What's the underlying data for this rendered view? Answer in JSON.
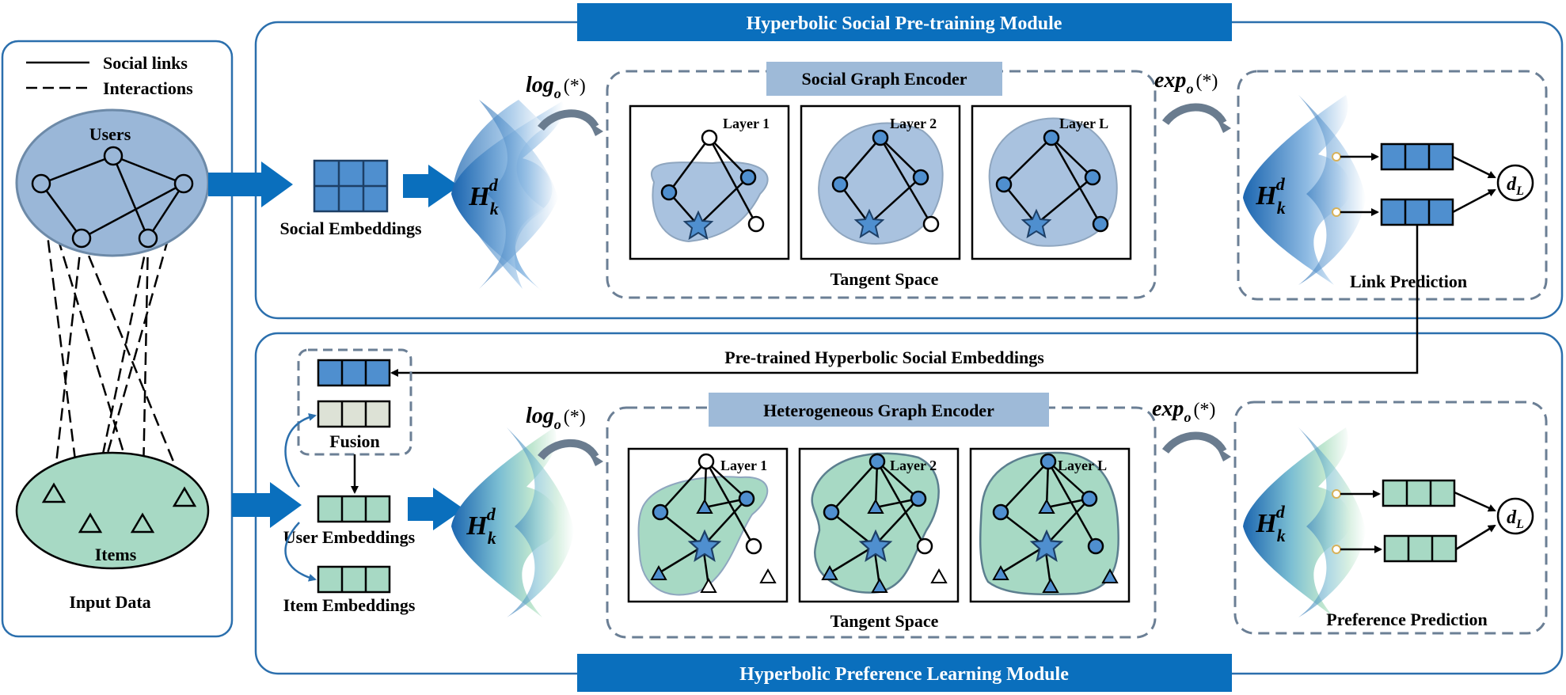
{
  "modules": {
    "top_title": "Hyperbolic Social Pre-training Module",
    "bottom_title": "Hyperbolic Preference Learning Module"
  },
  "input": {
    "title": "Input Data",
    "legend_social": "Social links",
    "legend_interactions": "Interactions",
    "users_label": "Users",
    "items_label": "Items"
  },
  "top": {
    "social_embeddings": "Social Embeddings",
    "hyperbolic_space": "H",
    "hyperbolic_sub": "k",
    "hyperbolic_sup": "d",
    "log_map": "log",
    "log_sub": "o",
    "log_arg": "(*)",
    "encoder_title": "Social Graph Encoder",
    "layers": [
      "Layer 1",
      "Layer 2",
      "Layer L"
    ],
    "tangent_space": "Tangent Space",
    "exp_map": "exp",
    "exp_sub": "o",
    "exp_arg": "(*)",
    "link_prediction": "Link Prediction",
    "distance": "d",
    "distance_sub": "L"
  },
  "middle": {
    "pretrained_label": "Pre-trained Hyperbolic Social Embeddings"
  },
  "bottom": {
    "fusion": "Fusion",
    "user_embeddings": "User Embeddings",
    "item_embeddings": "Item Embeddings",
    "hyperbolic_space": "H",
    "hyperbolic_sub": "k",
    "hyperbolic_sup": "d",
    "log_map": "log",
    "log_sub": "o",
    "log_arg": "(*)",
    "encoder_title": "Heterogeneous Graph Encoder",
    "layers": [
      "Layer 1",
      "Layer 2",
      "Layer L"
    ],
    "tangent_space": "Tangent Space",
    "exp_map": "exp",
    "exp_sub": "o",
    "exp_arg": "(*)",
    "preference_prediction": "Preference Prediction",
    "distance": "d",
    "distance_sub": "L"
  },
  "colors": {
    "module_blue": "#0a6fbd",
    "embed_blue": "#4f8fcf",
    "panel_blue": "#a9c2df",
    "encoder_title_bg": "#9ebad8",
    "green": "#a7d9c4",
    "green_dark": "#7cc4aa",
    "fusion_gray": "#dde2d6",
    "dashed_border": "#6b7f95",
    "outline_blue": "#2b6fad"
  }
}
